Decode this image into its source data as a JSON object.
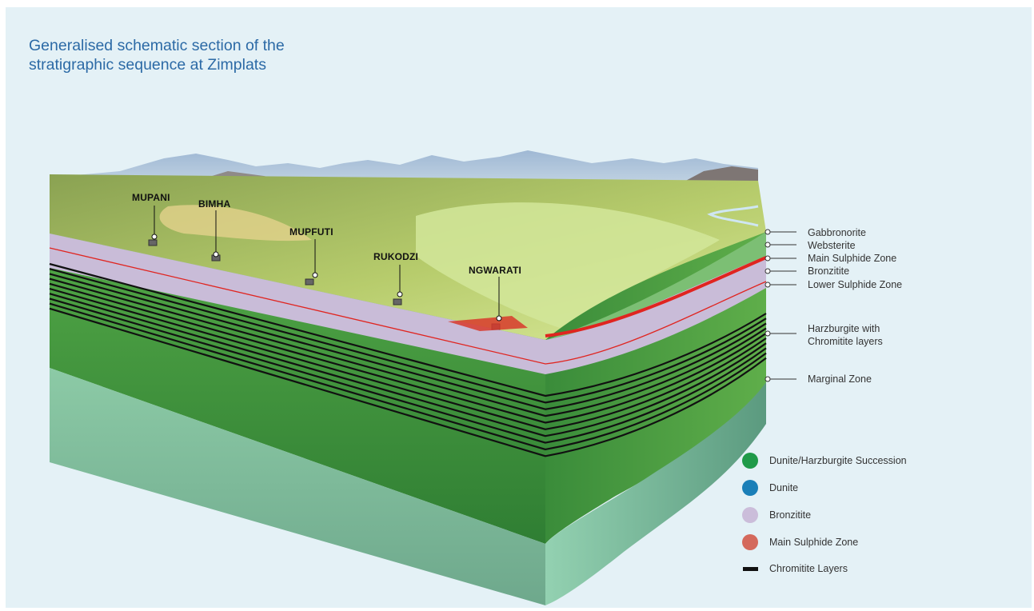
{
  "title": {
    "line1": "Generalised schematic section of the",
    "line2": "stratigraphic sequence at Zimplats"
  },
  "mines": [
    "MUPANI",
    "BIMHA",
    "MUPFUTI",
    "RUKODZI",
    "NGWARATI"
  ],
  "layer_labels": {
    "gabbronorite": "Gabbronorite",
    "websterite": "Websterite",
    "main_sulphide_zone": "Main Sulphide Zone",
    "bronzitite": "Bronzitite",
    "lower_sulphide_zone": "Lower Sulphide Zone",
    "harzburgite_line1": "Harzburgite with",
    "harzburgite_line2": "Chromitite layers",
    "marginal_zone": "Marginal Zone"
  },
  "legend": [
    {
      "label": "Dunite/Harzburgite Succession",
      "color": "#1f9a49",
      "marker": "dot"
    },
    {
      "label": "Dunite",
      "color": "#1a7fb8",
      "marker": "dot"
    },
    {
      "label": "Bronzitite",
      "color": "#cbbdda",
      "marker": "dot"
    },
    {
      "label": "Main Sulphide Zone",
      "color": "#d4695c",
      "marker": "dot"
    },
    {
      "label": "Chromitite Layers",
      "color": "#111111",
      "marker": "bar"
    }
  ]
}
